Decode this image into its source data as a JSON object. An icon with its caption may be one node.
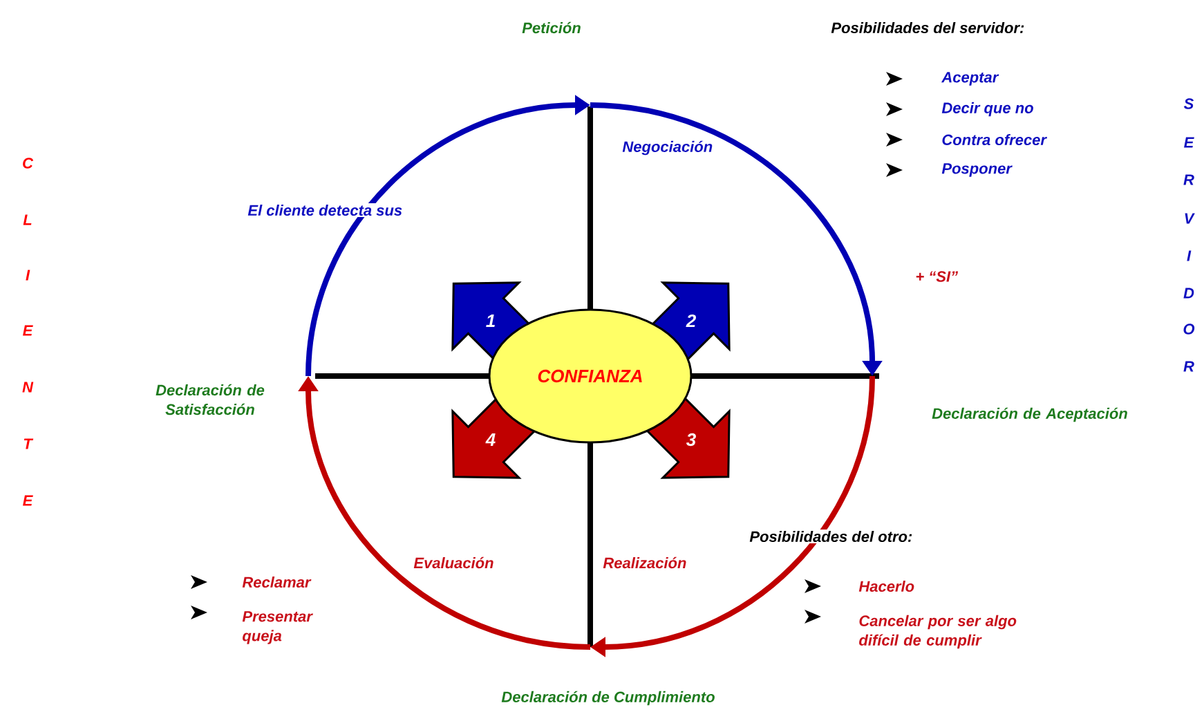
{
  "diagram": {
    "nodes": [
      {
        "text": [
          "CONFIANZA"
        ]
      },
      {
        "text": [
          "1"
        ]
      },
      {
        "text": [
          "2"
        ]
      },
      {
        "text": [
          "3"
        ]
      },
      {
        "text": [
          "4"
        ]
      }
    ],
    "labels": [
      "Petición",
      "Posibilidades del servidor:",
      "Aceptar",
      "Decir que no",
      "Contra ofrecer",
      "Posponer",
      "S",
      "E",
      "R",
      "V",
      "I",
      "D",
      "O",
      "R",
      "C",
      "L",
      "I",
      "E",
      "N",
      "T",
      "E",
      "Negociación",
      "El cliente detecta sus",
      "+ “SI”",
      "Declaración de Satisfacción",
      "Declaración de Aceptación",
      "Posibilidades del otro:",
      "Hacerlo",
      "Cancelar por ser algo difícil de cumplir",
      "Reclamar",
      "Presentar queja",
      "Evaluación",
      "Realización",
      "Declaración de Cumplimiento"
    ]
  }
}
